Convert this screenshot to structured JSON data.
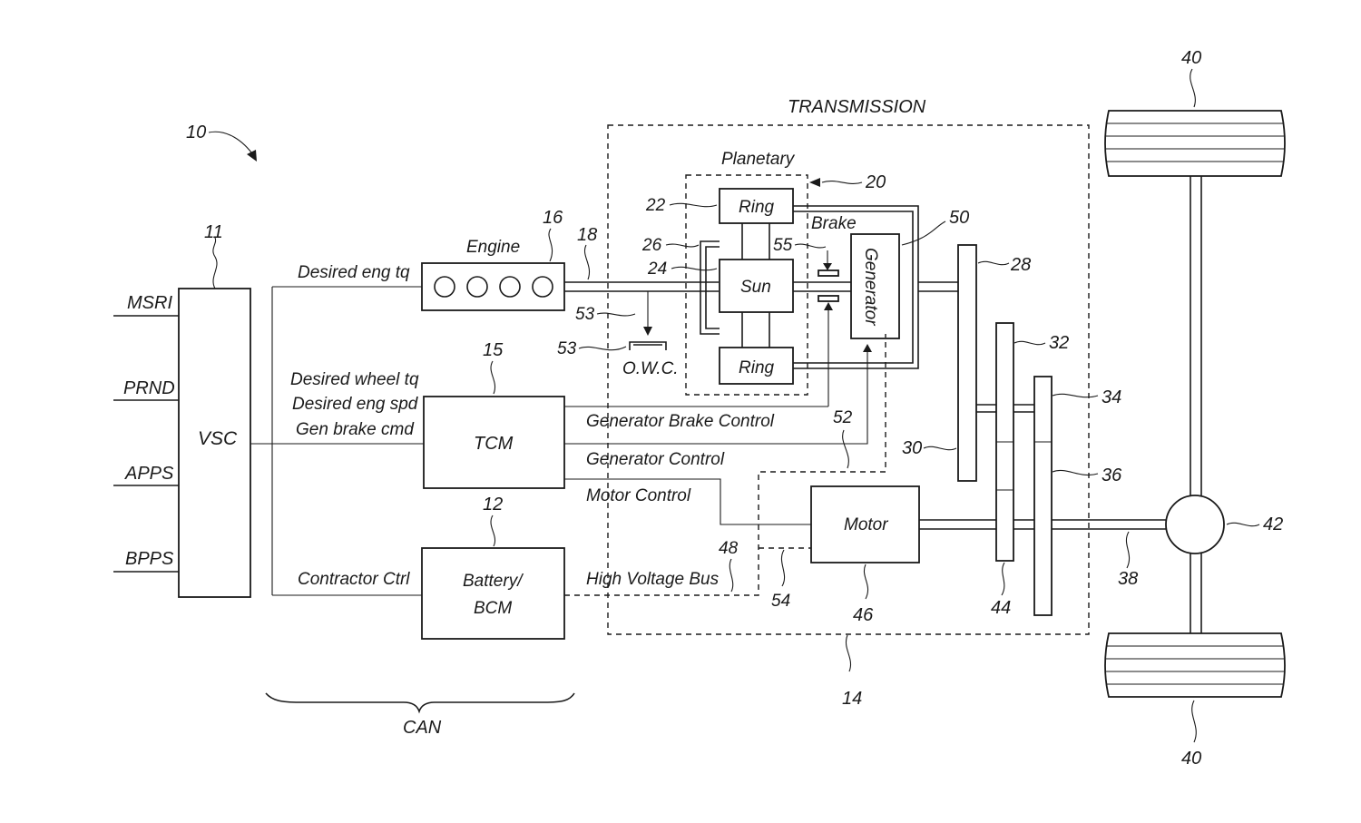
{
  "labels": {
    "ref_10": "10",
    "ref_11": "11",
    "ref_12": "12",
    "ref_14": "14",
    "ref_15": "15",
    "ref_16": "16",
    "ref_18": "18",
    "ref_20": "20",
    "ref_22": "22",
    "ref_24": "24",
    "ref_26": "26",
    "ref_28": "28",
    "ref_30": "30",
    "ref_32": "32",
    "ref_34": "34",
    "ref_36": "36",
    "ref_38": "38",
    "ref_40_top": "40",
    "ref_40_bottom": "40",
    "ref_42": "42",
    "ref_44": "44",
    "ref_46": "46",
    "ref_48": "48",
    "ref_50": "50",
    "ref_52": "52",
    "ref_53_a": "53",
    "ref_53_b": "53",
    "ref_54": "54",
    "ref_55": "55"
  },
  "inputs": [
    "MSRI",
    "PRND",
    "APPS",
    "BPPS"
  ],
  "blocks": {
    "vsc": "VSC",
    "engine": "Engine",
    "tcm": "TCM",
    "battery_line1": "Battery/",
    "battery_line2": "BCM",
    "ring_top": "Ring",
    "sun": "Sun",
    "ring_bottom": "Ring",
    "generator": "Generator",
    "motor": "Motor",
    "owc": "O.W.C."
  },
  "section_titles": {
    "transmission": "TRANSMISSION",
    "planetary": "Planetary",
    "brake": "Brake",
    "can": "CAN"
  },
  "signals": {
    "desired_eng_tq": "Desired eng tq",
    "desired_wheel_tq": "Desired wheel tq",
    "desired_eng_spd": "Desired eng spd",
    "gen_brake_cmd": "Gen brake cmd",
    "contractor_ctrl": "Contractor Ctrl",
    "generator_brake_control": "Generator Brake Control",
    "generator_control": "Generator Control",
    "motor_control": "Motor Control",
    "high_voltage_bus": "High Voltage Bus"
  }
}
